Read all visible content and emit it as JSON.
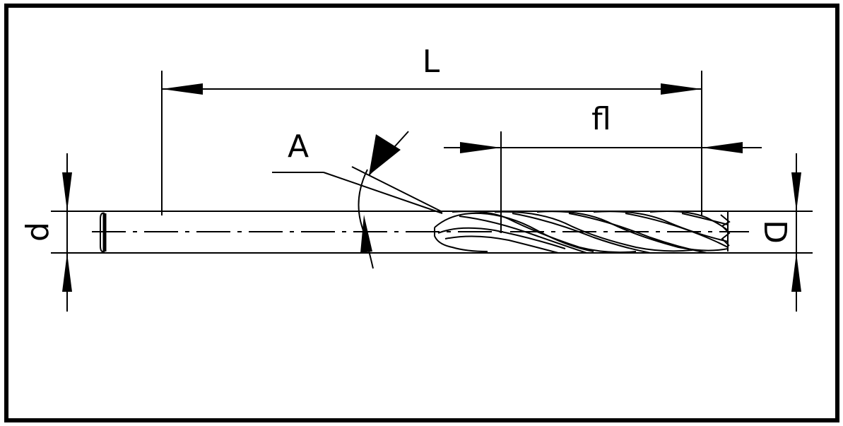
{
  "diagram": {
    "labels": {
      "overall_length": "L",
      "flute_length": "fl",
      "helix_angle": "A",
      "shank_diameter": "d",
      "cutting_diameter": "D"
    },
    "colors": {
      "line": "#000000",
      "background": "#ffffff"
    }
  }
}
